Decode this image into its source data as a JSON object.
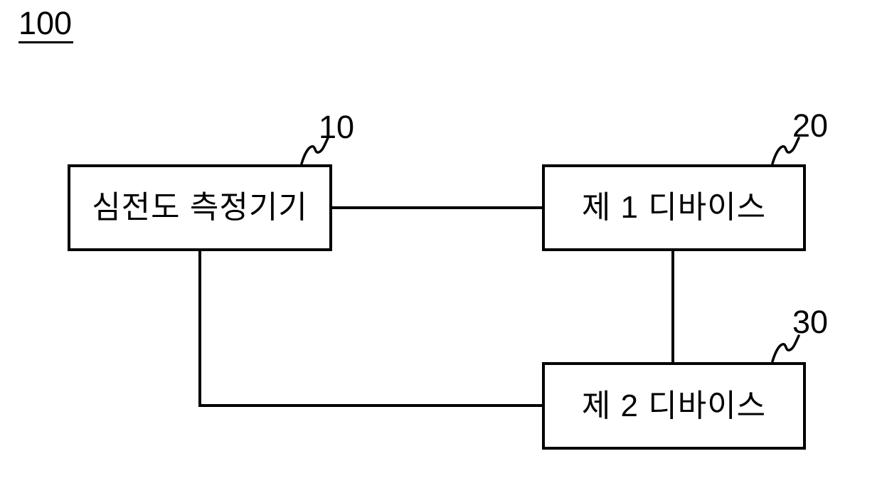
{
  "figure": {
    "label": "100"
  },
  "boxes": [
    {
      "id": "ecg-device",
      "label": "심전도 측정기기",
      "ref": "10"
    },
    {
      "id": "first-device",
      "label": "제 1 디바이스",
      "ref": "20"
    },
    {
      "id": "second-device",
      "label": "제 2 디바이스",
      "ref": "30"
    }
  ],
  "connections": [
    {
      "from": "10",
      "to": "20"
    },
    {
      "from": "10",
      "to": "30"
    },
    {
      "from": "20",
      "to": "30"
    }
  ],
  "colors": {
    "line": "#000000",
    "background": "#ffffff"
  }
}
